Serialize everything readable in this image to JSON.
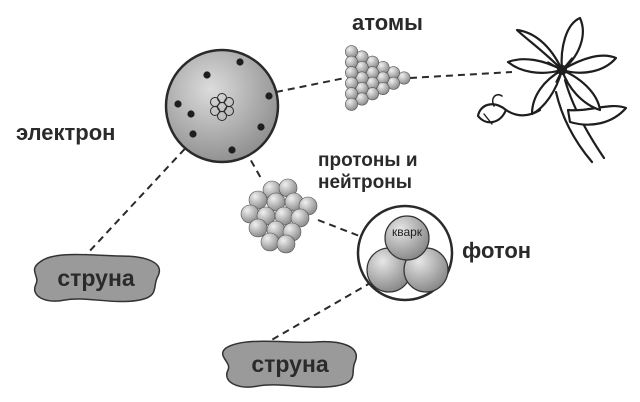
{
  "labels": {
    "electron": "электрон",
    "atoms": "атомы",
    "protons_neutrons_line1": "протоны и",
    "protons_neutrons_line2": "нейтроны",
    "quark": "кварк",
    "photon": "фотон",
    "string_left": "струна",
    "string_bottom": "струна"
  },
  "colors": {
    "ink": "#2a2a2a",
    "sphere_fill": "#a9a9a9",
    "ball_fill": "#c4c4c4",
    "blob_fill": "#9a9a9a"
  }
}
